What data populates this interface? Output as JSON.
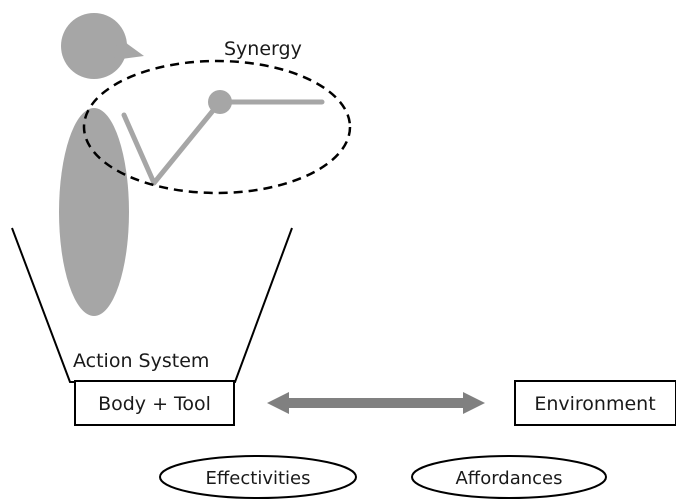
{
  "labels": {
    "synergy": "Synergy",
    "action_system": "Action System",
    "body_tool": "Body + Tool",
    "environment": "Environment",
    "effectivities": "Effectivities",
    "affordances": "Affordances"
  },
  "colors": {
    "figure": "#a6a6a6",
    "arrow": "#808080",
    "outline": "#000000"
  }
}
